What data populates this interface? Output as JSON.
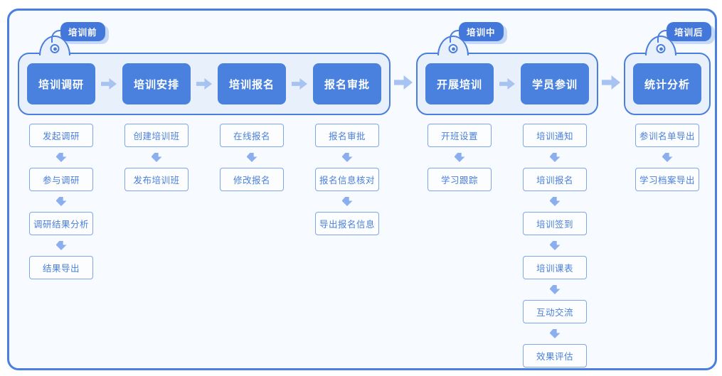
{
  "diagram": {
    "phases": [
      {
        "tag": "培训前",
        "steps": [
          {
            "label": "培训调研",
            "substeps": [
              "发起调研",
              "参与调研",
              "调研结果分析",
              "结果导出"
            ]
          },
          {
            "label": "培训安排",
            "substeps": [
              "创建培训班",
              "发布培训班"
            ]
          },
          {
            "label": "培训报名",
            "substeps": [
              "在线报名",
              "修改报名"
            ]
          },
          {
            "label": "报名审批",
            "substeps": [
              "报名审批",
              "报名信息核对",
              "导出报名信息"
            ]
          }
        ]
      },
      {
        "tag": "培训中",
        "steps": [
          {
            "label": "开展培训",
            "substeps": [
              "开班设置",
              "学习跟踪"
            ]
          },
          {
            "label": "学员参训",
            "substeps": [
              "培训通知",
              "培训报名",
              "培训签到",
              "培训课表",
              "互动交流",
              "效果评估"
            ]
          }
        ]
      },
      {
        "tag": "培训后",
        "steps": [
          {
            "label": "统计分析",
            "substeps": [
              "参训名单导出",
              "学习档案导出"
            ]
          }
        ]
      }
    ]
  },
  "colors": {
    "page_bg": "#ffffff",
    "canvas_fill": "#f7fafe",
    "border_blue": "#4a7fdf",
    "group_fill": "#e8f0fc",
    "step_fill": "#4a81de",
    "step_text": "#ffffff",
    "tag_fill": "#4477da",
    "tag_text": "#ffffff",
    "tag_shadow": "#c6daf8",
    "substep_fill": "#fbfdff",
    "substep_border": "#7fa6ea",
    "substep_text": "#4a7fd9",
    "arrow_right": "#a6c3f2",
    "arrow_down": "#8bafee"
  }
}
